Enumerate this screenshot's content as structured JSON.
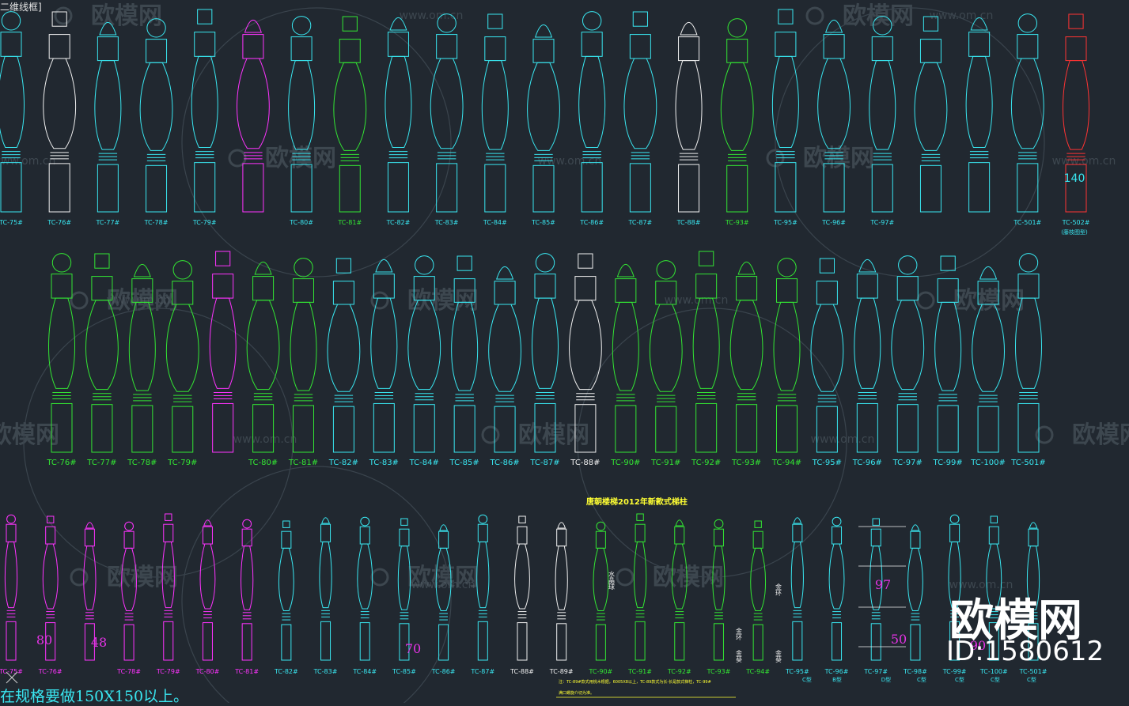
{
  "drawing": {
    "title_fragment": "二维线框]",
    "section_title": "唐朝楼梯2012年新款式梯柱",
    "bottom_note": "在规格要做150X150以上。",
    "footnote_line1": "注：TC-89#款式用桃木根据，6005X8以上，TC-89款式为长-长是款式梯柱，TC-99#",
    "footnote_line2": "满口螺旋介切为准。",
    "watermark_text": "欧模网",
    "watermark_url": "www.om.cn",
    "watermark_id": "ID:1580612",
    "colors": {
      "background": "#212830",
      "cyan": "#39e6f0",
      "green": "#33e633",
      "white": "#f0f0f0",
      "magenta": "#ff33ff",
      "red": "#ff3333",
      "yellow": "#ffff33",
      "dim_magenta": "#e633e6"
    }
  },
  "rows": [
    {
      "name": "row-1",
      "posts": [
        {
          "label": "TC-75#",
          "color": "cyan"
        },
        {
          "label": "TC-76#",
          "color": "white"
        },
        {
          "label": "TC-77#",
          "color": "cyan"
        },
        {
          "label": "TC-78#",
          "color": "cyan"
        },
        {
          "label": "TC-79#",
          "color": "cyan"
        },
        {
          "label": "",
          "color": "magenta"
        },
        {
          "label": "TC-80#",
          "color": "cyan"
        },
        {
          "label": "TC-81#",
          "color": "green"
        },
        {
          "label": "TC-82#",
          "color": "cyan"
        },
        {
          "label": "TC-83#",
          "color": "cyan"
        },
        {
          "label": "TC-84#",
          "color": "cyan"
        },
        {
          "label": "TC-85#",
          "color": "cyan"
        },
        {
          "label": "TC-86#",
          "color": "cyan"
        },
        {
          "label": "TC-87#",
          "color": "cyan"
        },
        {
          "label": "TC-88#",
          "color": "white"
        },
        {
          "label": "TC-93#",
          "color": "green"
        },
        {
          "label": "TC-95#",
          "color": "cyan"
        },
        {
          "label": "TC-96#",
          "color": "cyan"
        },
        {
          "label": "TC-97#",
          "color": "cyan"
        },
        {
          "label": "",
          "color": "cyan"
        },
        {
          "label": "",
          "color": "cyan"
        },
        {
          "label": "TC-501#",
          "color": "cyan"
        },
        {
          "label": "TC-502#",
          "color": "red"
        }
      ],
      "extra_note": "(藤枝图型)",
      "dimension": "140"
    },
    {
      "name": "row-2",
      "posts": [
        {
          "label": "TC-76#",
          "color": "green"
        },
        {
          "label": "TC-77#",
          "color": "green"
        },
        {
          "label": "TC-78#",
          "color": "green"
        },
        {
          "label": "TC-79#",
          "color": "green"
        },
        {
          "label": "",
          "color": "magenta"
        },
        {
          "label": "TC-80#",
          "color": "green"
        },
        {
          "label": "TC-81#",
          "color": "green"
        },
        {
          "label": "TC-82#",
          "color": "cyan"
        },
        {
          "label": "TC-83#",
          "color": "cyan"
        },
        {
          "label": "TC-84#",
          "color": "cyan"
        },
        {
          "label": "TC-85#",
          "color": "cyan"
        },
        {
          "label": "TC-86#",
          "color": "cyan"
        },
        {
          "label": "TC-87#",
          "color": "cyan"
        },
        {
          "label": "TC-88#",
          "color": "white"
        },
        {
          "label": "TC-90#",
          "color": "green"
        },
        {
          "label": "TC-91#",
          "color": "green"
        },
        {
          "label": "TC-92#",
          "color": "green"
        },
        {
          "label": "TC-93#",
          "color": "green"
        },
        {
          "label": "TC-94#",
          "color": "green"
        },
        {
          "label": "TC-95#",
          "color": "cyan"
        },
        {
          "label": "TC-96#",
          "color": "cyan"
        },
        {
          "label": "TC-97#",
          "color": "cyan"
        },
        {
          "label": "TC-99#",
          "color": "cyan"
        },
        {
          "label": "TC-100#",
          "color": "cyan"
        },
        {
          "label": "TC-501#",
          "color": "cyan"
        }
      ]
    },
    {
      "name": "row-3",
      "posts": [
        {
          "label": "TC-75#",
          "color": "magenta"
        },
        {
          "label": "TC-76#",
          "color": "magenta"
        },
        {
          "label": "",
          "color": "magenta"
        },
        {
          "label": "TC-78#",
          "color": "magenta"
        },
        {
          "label": "TC-79#",
          "color": "magenta"
        },
        {
          "label": "TC-80#",
          "color": "magenta"
        },
        {
          "label": "TC-81#",
          "color": "magenta"
        },
        {
          "label": "TC-82#",
          "color": "cyan"
        },
        {
          "label": "TC-83#",
          "color": "cyan"
        },
        {
          "label": "TC-84#",
          "color": "cyan"
        },
        {
          "label": "TC-85#",
          "color": "cyan"
        },
        {
          "label": "TC-86#",
          "color": "cyan"
        },
        {
          "label": "TC-87#",
          "color": "cyan"
        },
        {
          "label": "TC-88#",
          "color": "white"
        },
        {
          "label": "TC-89#",
          "color": "white"
        },
        {
          "label": "TC-90#",
          "color": "green"
        },
        {
          "label": "TC-91#",
          "color": "green"
        },
        {
          "label": "TC-92#",
          "color": "green"
        },
        {
          "label": "TC-93#",
          "color": "green"
        },
        {
          "label": "TC-94#",
          "color": "green"
        },
        {
          "label": "TC-95#",
          "color": "cyan"
        },
        {
          "label": "TC-96#",
          "color": "cyan"
        },
        {
          "label": "TC-97#",
          "color": "cyan"
        },
        {
          "label": "TC-98#",
          "color": "cyan"
        },
        {
          "label": "TC-99#",
          "color": "cyan"
        },
        {
          "label": "TC-100#",
          "color": "cyan"
        },
        {
          "label": "TC-501#",
          "color": "cyan"
        }
      ],
      "sub_labels": [
        "C型",
        "B型",
        "D型",
        "C型",
        "C型",
        "C型",
        "C型"
      ],
      "dimensions": [
        "80",
        "48",
        "70",
        "97",
        "50",
        "90"
      ],
      "side_notes": [
        "水晶球",
        "金环",
        "金环",
        "金葵",
        "金葵"
      ]
    }
  ]
}
